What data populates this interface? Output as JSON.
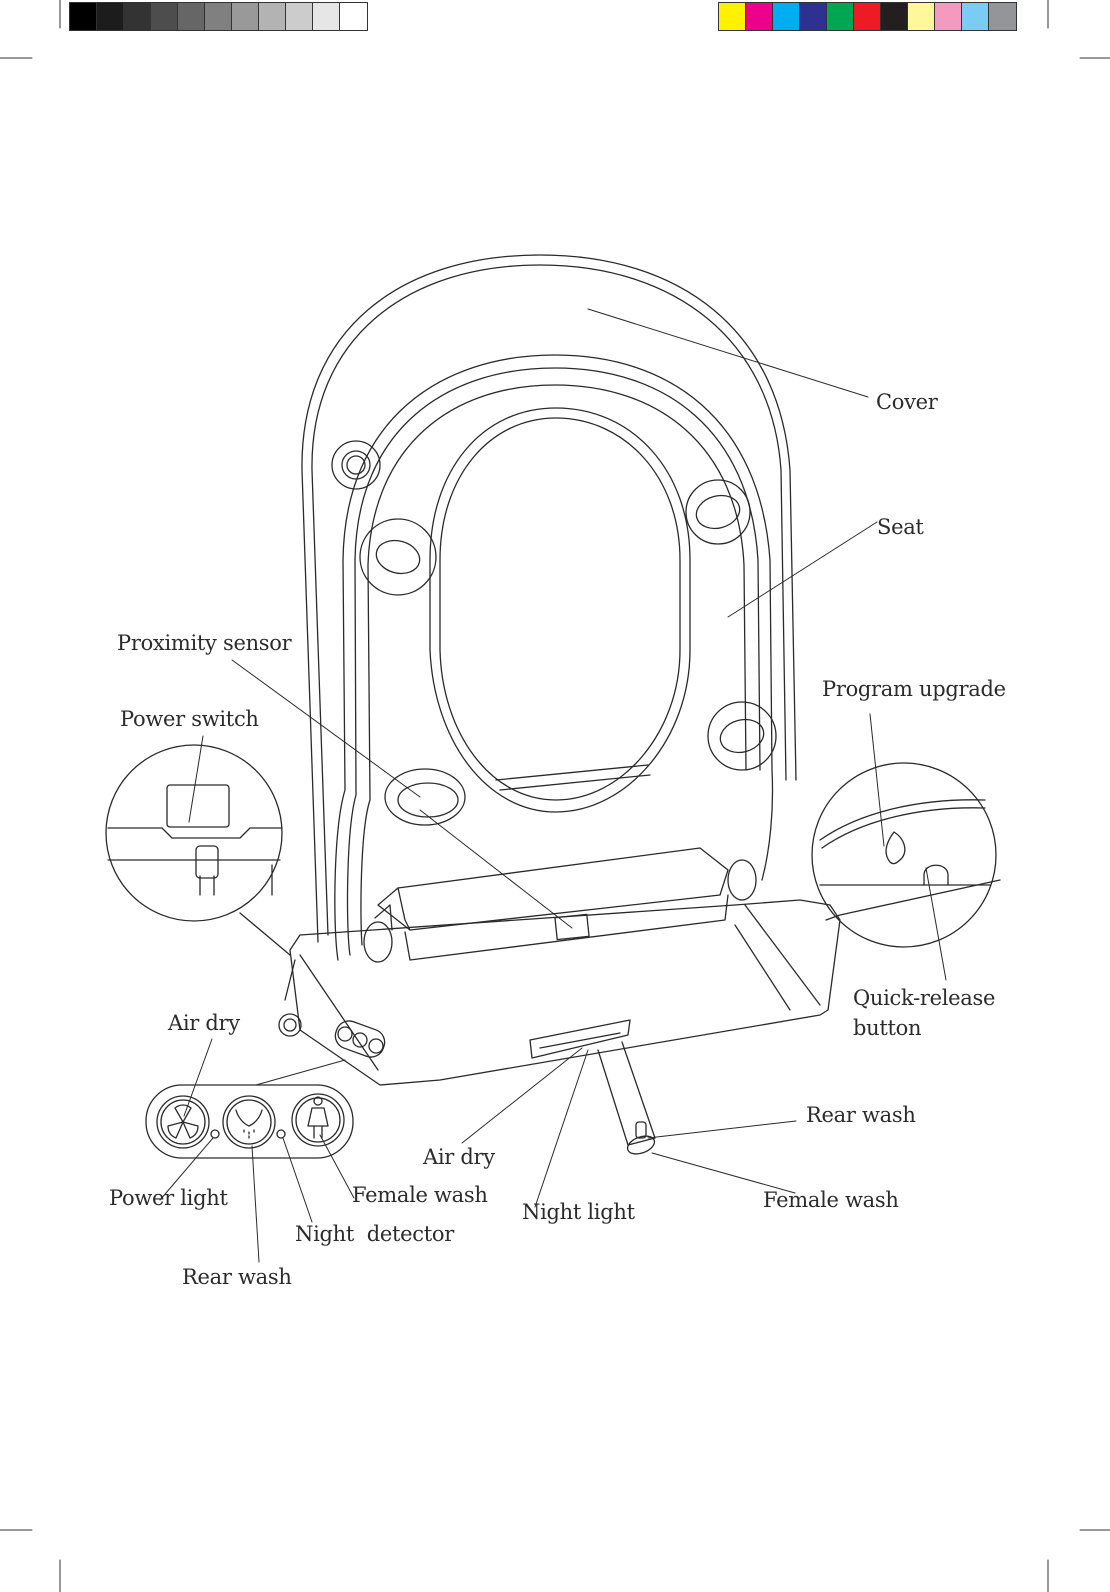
{
  "color_bars": {
    "grayscale": [
      "#000000",
      "#1c1c1c",
      "#333333",
      "#4d4d4d",
      "#666666",
      "#808080",
      "#999999",
      "#b3b3b3",
      "#cccccc",
      "#e6e6e6",
      "#ffffff"
    ],
    "process": [
      "#fff200",
      "#ec008c",
      "#00aeef",
      "#2e3192",
      "#00a651",
      "#ed1c24",
      "#231f20",
      "#fff799",
      "#f49ac1",
      "#7accf4",
      "#939598"
    ]
  },
  "labels": {
    "cover": "Cover",
    "seat": "Seat",
    "proximity_sensor": "Proximity sensor",
    "power_switch": "Power switch",
    "program_upgrade": "Program upgrade",
    "quick_release": "Quick-release\nbutton",
    "air_dry_panel": "Air dry",
    "air_dry_nozzle": "Air dry",
    "rear_wash_nozzle": "Rear wash",
    "power_light": "Power light",
    "female_wash_panel": "Female wash",
    "night_light": "Night light",
    "female_wash_nozzle": "Female wash",
    "night_detector": "Night  detector",
    "rear_wash_panel": "Rear wash"
  }
}
